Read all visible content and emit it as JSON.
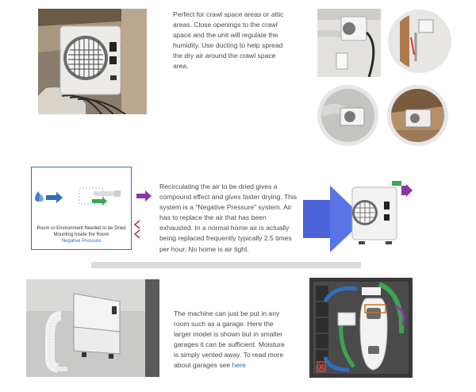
{
  "section1": {
    "text": "Perfect for crawl space areas or attic areas.  Close openings to the crawl space and the unit will regulate the humidity.  Use ducting to help spread the dry air around the crawl space area."
  },
  "section2": {
    "text": "Recirculating the air to be dried gives a compound effect and gives faster drying.  This system is a \"Negative Pressure\" system.  Air has to replace the air that has been exhausted.  In a normal home air is actually being replaced frequently typically 2.5 times per hour. No home is air tight.",
    "diagram": {
      "caption_line1": "Room or Environment Needed to be Dried",
      "caption_line2": "Mounting Inside the Room",
      "caption_line3": "Negative Pressure"
    }
  },
  "section3": {
    "text": "The machine can just be put in any room such as a garage.  Here the larger model is shown but in smaller garages it can be sufficient.  Moisture is simply vented away.  To read more about garages see",
    "link_text": "here"
  },
  "colors": {
    "link": "#2a6ab8",
    "divider": "#dedad8",
    "arrow_blue": "#2f6fbf",
    "arrow_green": "#3aa552",
    "arrow_purple": "#8a3aa8"
  },
  "icons": [
    "water-drop-icon",
    "arrow-right-icon",
    "red-chevron-icon"
  ]
}
